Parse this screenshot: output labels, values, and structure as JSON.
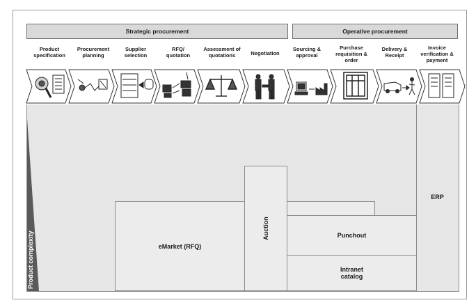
{
  "phases": [
    {
      "label": "Strategic procurement"
    },
    {
      "label": "Operative procurement"
    }
  ],
  "steps": [
    {
      "lines": [
        "Product",
        "specification"
      ],
      "icon": "magnifier-document-icon"
    },
    {
      "lines": [
        "Procurement",
        "planning"
      ],
      "icon": "planning-flow-icon"
    },
    {
      "lines": [
        "Supplier",
        "selection"
      ],
      "icon": "supplier-list-icon"
    },
    {
      "lines": [
        "RFQ/",
        "quotation"
      ],
      "icon": "rfq-exchange-icon"
    },
    {
      "lines": [
        "Assessment of",
        "quotations"
      ],
      "icon": "balance-scale-icon"
    },
    {
      "lines": [
        "Negotiation"
      ],
      "icon": "handshake-icon"
    },
    {
      "lines": [
        "Sourcing &",
        "approval"
      ],
      "icon": "computer-factory-icon"
    },
    {
      "lines": [
        "Purchase",
        "requisition &",
        "order"
      ],
      "icon": "order-form-icon"
    },
    {
      "lines": [
        "Delivery &",
        "Receipt"
      ],
      "icon": "delivery-truck-icon"
    },
    {
      "lines": [
        "Invoice",
        "verification &",
        "payment"
      ],
      "icon": "invoice-documents-icon"
    }
  ],
  "axis_label": "Product complexity",
  "blocks": {
    "emarket": "eMarket (RFQ)",
    "auction": "Auction",
    "punchout": "Punchout",
    "intranet_line1": "Intranet",
    "intranet_line2": "catalog",
    "erp": "ERP"
  },
  "colors": {
    "phase_fill": "#d9d9d9",
    "area_fill": "#e6e6e6",
    "block_fill": "#ececec",
    "axis_wedge": "#5a5a5a",
    "line": "#8c8c8c"
  }
}
